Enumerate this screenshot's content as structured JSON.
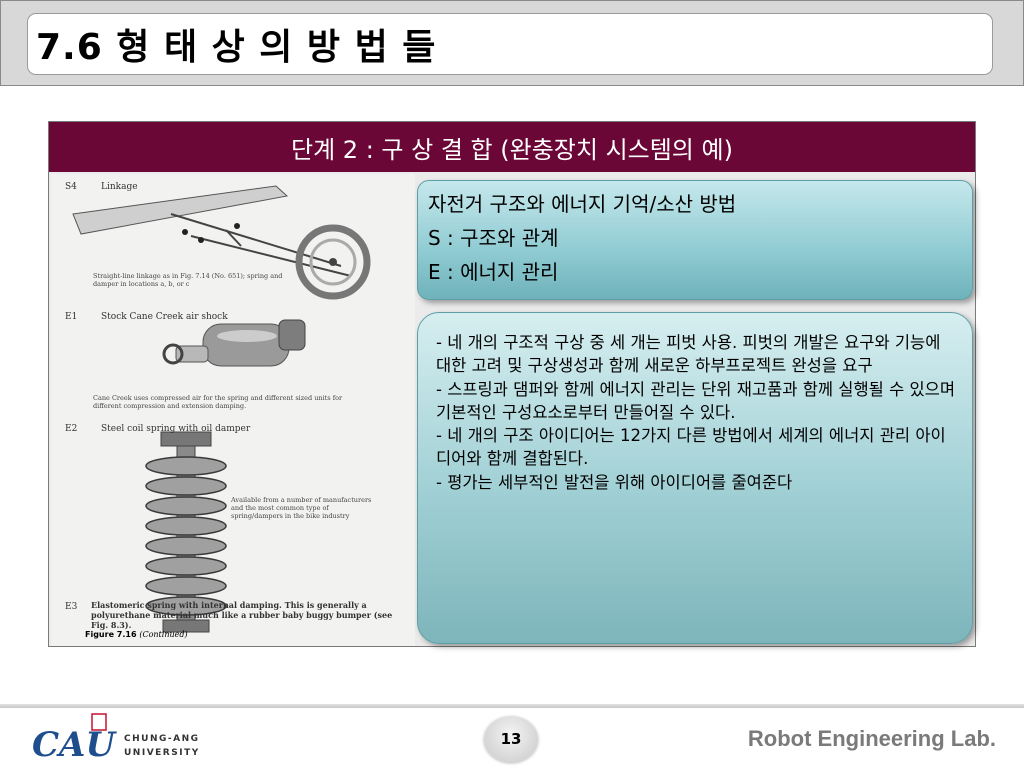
{
  "slide": {
    "title": "7.6 형 태 상 의  방 법 들",
    "step_header": "단계 2 : 구 상 결 합 (완충장치 시스템의 예)"
  },
  "figure": {
    "labels": {
      "s4": "S4",
      "s4_name": "Linkage",
      "s4_caption": "Straight-line linkage as in Fig. 7.14 (No. 651); spring and damper in locations a, b, or c",
      "e1": "E1",
      "e1_name": "Stock Cane Creek air shock",
      "e1_caption": "Cane Creek uses compressed air for the spring and different sized units for different compression and extension damping.",
      "e2": "E2",
      "e2_name": "Steel coil spring with oil damper",
      "e2_caption": "Available from a number of manufacturers and the most common type of spring/dampers in the bike industry",
      "e3": "E3",
      "e3_caption": "Elastomeric spring with internal damping. This is generally a polyurethane material much like a rubber baby buggy bumper (see Fig. 8.3).",
      "fig_no": "Figure 7.16",
      "fig_cont": "(Continued)"
    }
  },
  "box_top": {
    "lines": [
      "자전거 구조와 에너지 기억/소산 방법",
      "S : 구조와 관계",
      "E : 에너지 관리"
    ]
  },
  "box_main": {
    "text": "- 네 개의 구조적 구상 중 세 개는 피벗 사용. 피벗의 개발은 요구와 기능에 대한 고려 및 구상생성과 함께 새로운 하부프로젝트 완성을 요구\n- 스프링과 댐퍼와 함께 에너지 관리는 단위 재고품과 함께 실행될 수 있으며 기본적인 구성요소로부터 만들어질 수 있다.\n- 네 개의 구조 아이디어는 12가지 다른 방법에서 세계의 에너지 관리 아이디어와 함께 결합된다.\n- 평가는 세부적인 발전을 위해 아이디어를 줄여준다"
  },
  "footer": {
    "logo_text": "CAU",
    "logo_sub_1": "CHUNG-ANG",
    "logo_sub_2": "UNIVERSITY",
    "page_number": "13",
    "lab_name": "Robot Engineering Lab."
  },
  "colors": {
    "header_bg": "#6b0736",
    "box_teal": "#8fcbd2",
    "logo_blue": "#1f4e8c"
  }
}
